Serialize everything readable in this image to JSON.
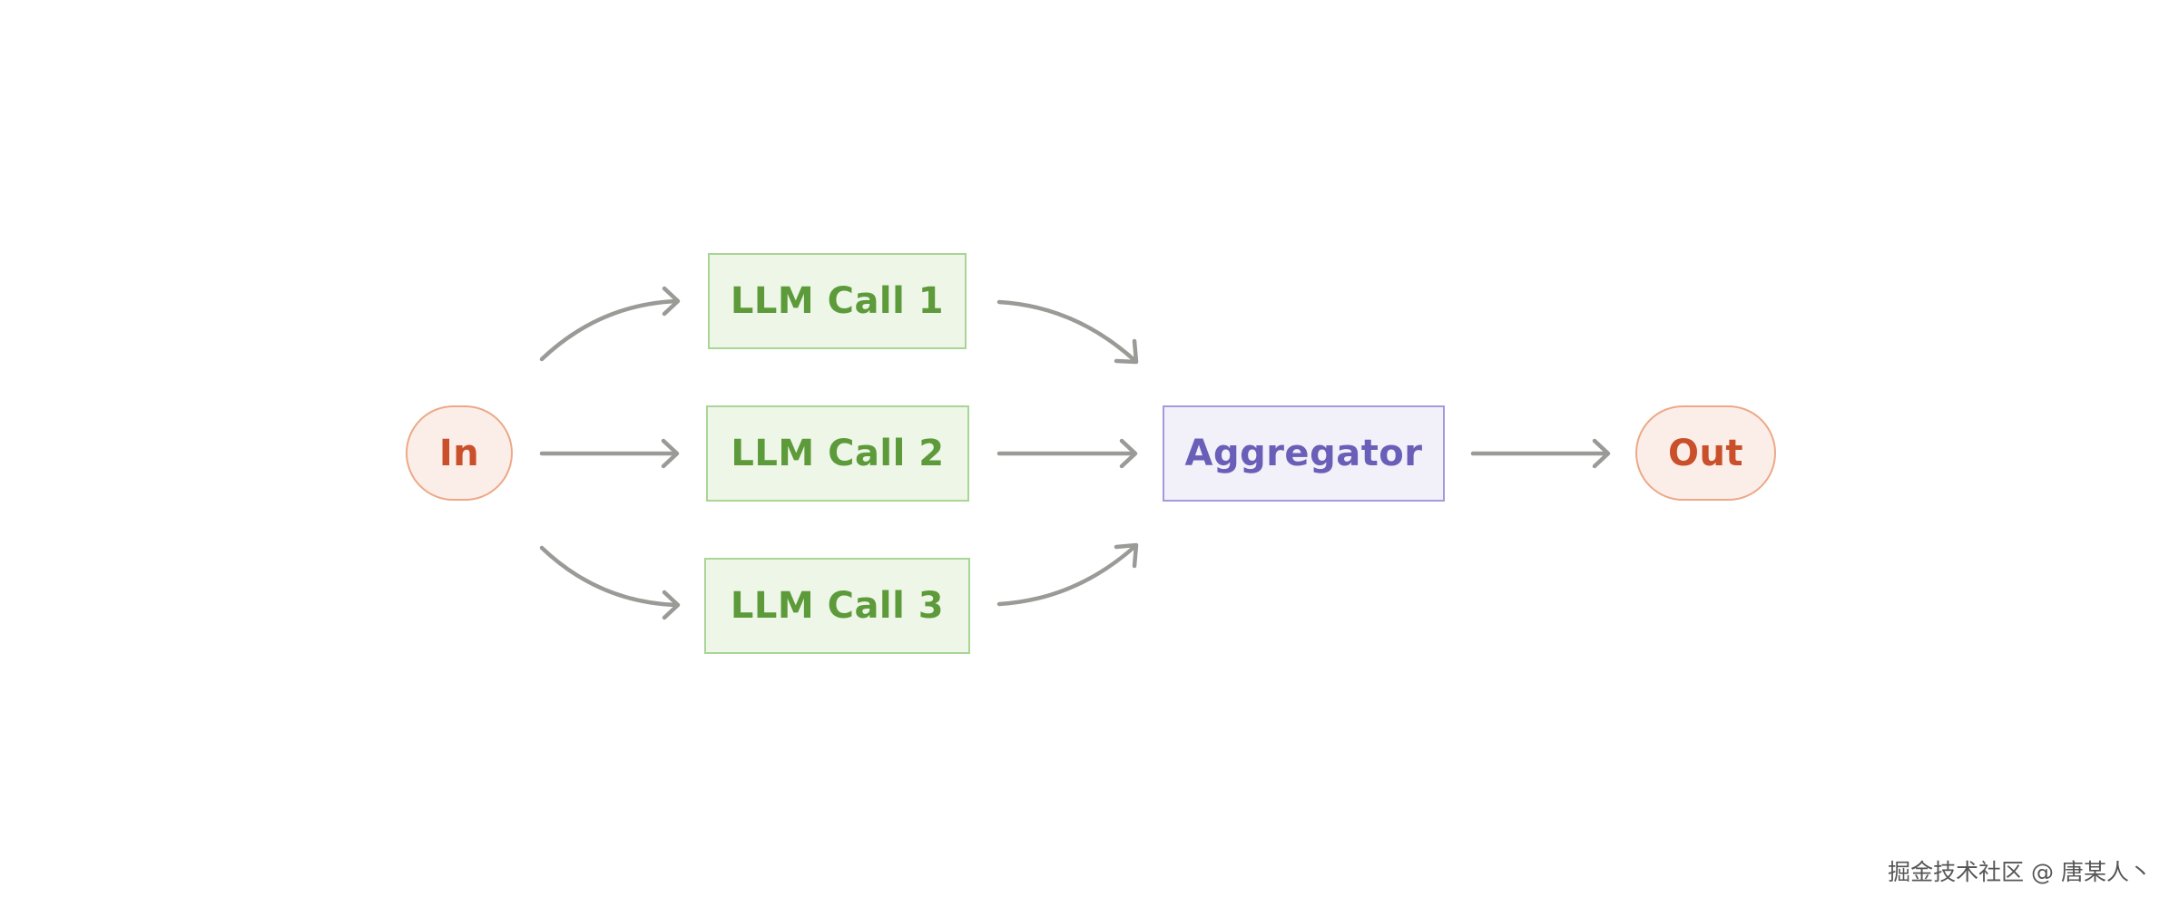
{
  "colors": {
    "terminal_fill": "#FBEEE9",
    "terminal_border": "#EDA886",
    "terminal_text": "#C9502A",
    "llm_fill": "#EEF6E8",
    "llm_border": "#A9D595",
    "llm_text": "#5C9A3A",
    "aggregator_fill": "#F2F1FA",
    "aggregator_border": "#A49ADB",
    "aggregator_text": "#6A5FB8",
    "arrow": "#9A9A97"
  },
  "nodes": {
    "input": "In",
    "llm_call_1": "LLM Call 1",
    "llm_call_2": "LLM Call 2",
    "llm_call_3": "LLM Call 3",
    "aggregator": "Aggregator",
    "output": "Out"
  },
  "edges": [
    {
      "from": "input",
      "to": "llm_call_1"
    },
    {
      "from": "input",
      "to": "llm_call_2"
    },
    {
      "from": "input",
      "to": "llm_call_3"
    },
    {
      "from": "llm_call_1",
      "to": "aggregator"
    },
    {
      "from": "llm_call_2",
      "to": "aggregator"
    },
    {
      "from": "llm_call_3",
      "to": "aggregator"
    },
    {
      "from": "aggregator",
      "to": "output"
    }
  ],
  "watermark": "掘金技术社区 @ 唐某人丶"
}
